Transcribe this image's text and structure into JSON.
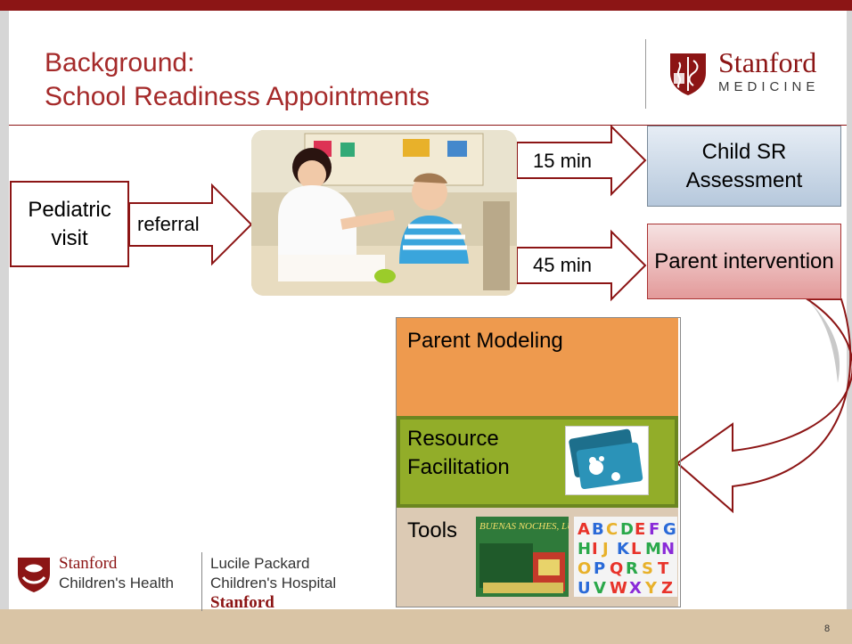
{
  "title": {
    "line1": "Background:",
    "line2": "School Readiness Appointments"
  },
  "logo": {
    "wordmark": "Stanford",
    "subline": "MEDICINE"
  },
  "diagram": {
    "pediatric_visit": "Pediatric visit",
    "referral": "referral",
    "time_15": "15 min",
    "time_45": "45 min",
    "child_sr": "Child SR Assessment",
    "parent_intervention": "Parent intervention",
    "layers": {
      "modeling": "Parent Modeling",
      "resource": "Resource Facilitation",
      "tools": "Tools"
    },
    "book_cover_text": "BUENAS NOCHES, LUNA",
    "alphabet_puzzle": "ABCDEFG HIJKLMN OPQRST UVWXYZ"
  },
  "footer": {
    "org1_line1": "Stanford",
    "org1_line2": "Children's Health",
    "org2_line1": "Lucile Packard",
    "org2_line2": "Children's Hospital",
    "org2_line3": "Stanford",
    "page_number": "8"
  },
  "colors": {
    "cardinal": "#8c1515",
    "title_red": "#a52a2a",
    "orange_layer": "#ee9a4e",
    "green_layer": "#92ad29",
    "tan_layer": "#dccab4",
    "blue_box": "#b6c8dc",
    "pink_box": "#e39a9a",
    "footer_bar": "#d9c4a5"
  }
}
